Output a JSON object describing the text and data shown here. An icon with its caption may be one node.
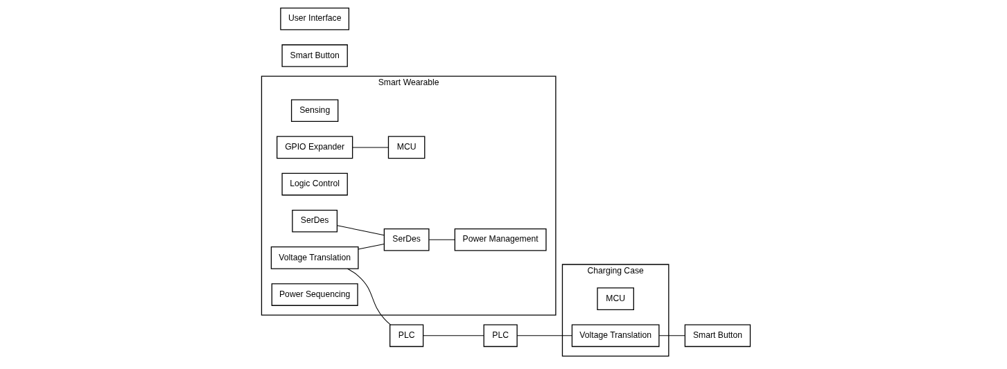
{
  "diagram": {
    "nodes": [
      {
        "text": [
          "Smart Wearable"
        ]
      },
      {
        "text": [
          "Sensing"
        ],
        "in": 0
      },
      {
        "text": [
          "GPIO Expander"
        ],
        "in": 0
      },
      {
        "text": [
          "Logic Control"
        ],
        "in": 0
      },
      {
        "text": [
          "MCU"
        ],
        "in": 0
      },
      {
        "text": [
          "Voltage Translation"
        ],
        "in": 0
      },
      {
        "text": [
          "Smart Button"
        ]
      },
      {
        "text": [
          "User Interface"
        ]
      },
      {
        "text": [
          "SerDes"
        ],
        "in": 0
      },
      {
        "text": [
          "SerDes"
        ],
        "in": 0
      },
      {
        "text": [
          "Power Sequencing"
        ],
        "in": 0
      },
      {
        "text": [
          "Power Management"
        ],
        "in": 0
      },
      {
        "text": [
          "PLC"
        ]
      },
      {
        "text": [
          "Charging Case"
        ]
      },
      {
        "text": [
          "PLC"
        ]
      },
      {
        "text": [
          "MCU"
        ],
        "in": 13
      },
      {
        "text": [
          "Voltage Translation"
        ],
        "in": 13
      },
      {
        "text": [
          "Smart Button"
        ]
      }
    ],
    "edges": [
      {
        "from": 2,
        "to": 4,
        "arrow": "none"
      },
      {
        "from": 5,
        "to": 12,
        "arrow": "none"
      },
      {
        "from": 5,
        "to": 9,
        "arrow": "none"
      },
      {
        "from": 8,
        "to": 9,
        "arrow": "none"
      },
      {
        "from": 9,
        "to": 11,
        "arrow": "none"
      },
      {
        "from": 12,
        "to": 14,
        "arrow": "none"
      },
      {
        "from": 14,
        "to": 16,
        "arrow": "none"
      },
      {
        "from": 16,
        "to": 17,
        "arrow": "none"
      }
    ]
  }
}
